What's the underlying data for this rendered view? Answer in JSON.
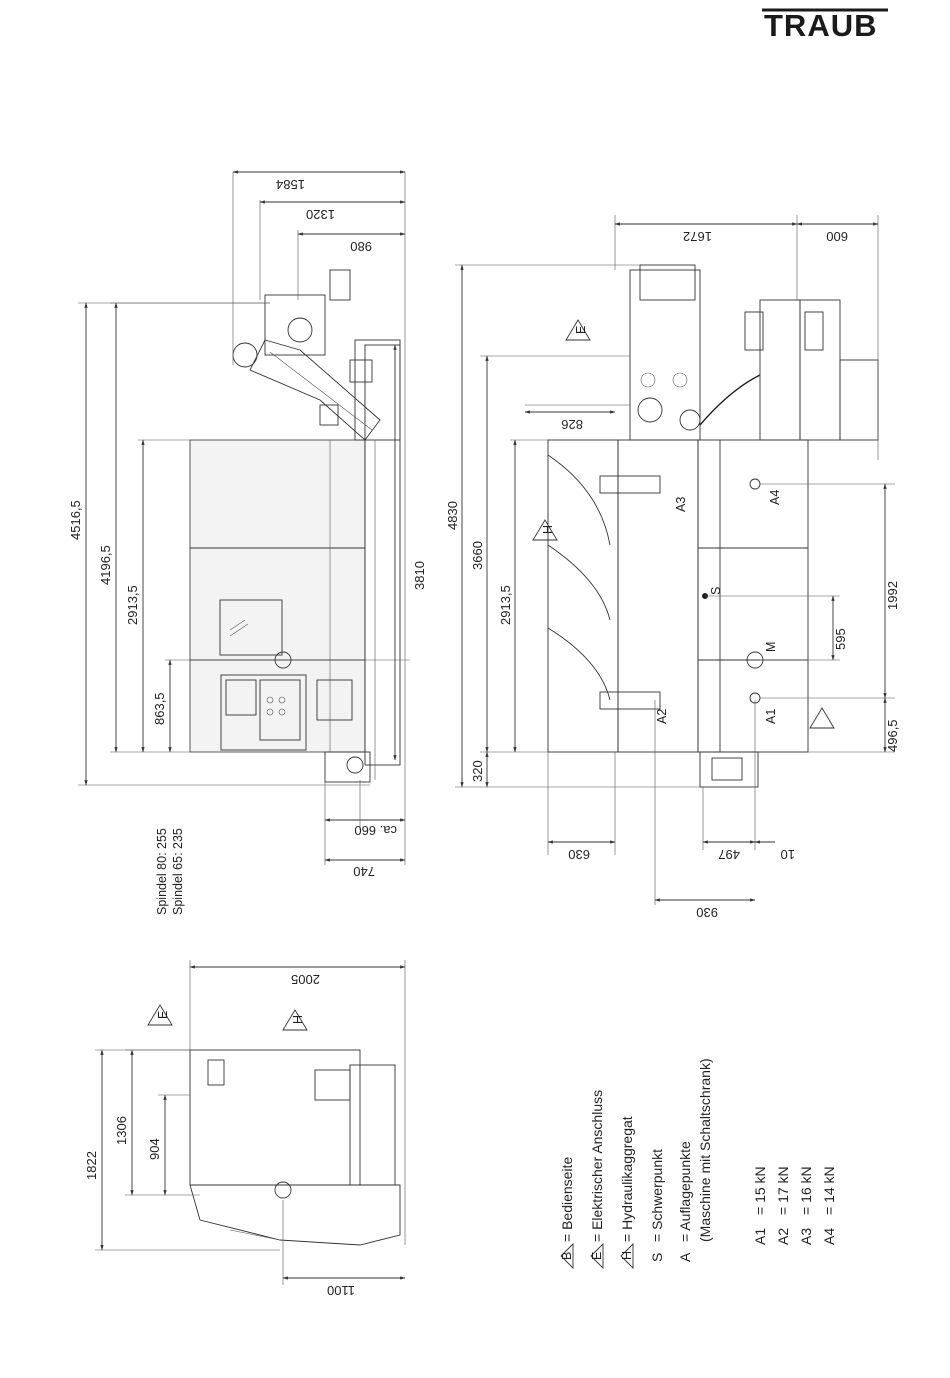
{
  "brand": {
    "logo_text": "TRAUB",
    "ink_color": "#222222"
  },
  "top_view": {
    "dims": {
      "d1584": "1584",
      "d1320": "1320",
      "d980": "980",
      "d4516": "4516,5",
      "d4196": "4196,5",
      "d2913": "2913,5",
      "d863": "863,5",
      "d3810": "3810",
      "d660": "ca. 660",
      "d740": "740"
    },
    "spindle_80": "Spindel 80:  255",
    "spindle_65": "Spindel 65:  235"
  },
  "front_view": {
    "dims": {
      "d1672": "1672",
      "d600": "600",
      "d826": "826",
      "d4830": "4830",
      "d3660": "3660",
      "d2913": "2913,5",
      "d320": "320",
      "d595": "595",
      "d1992": "1992",
      "d496": "496,5",
      "d630": "630",
      "d497": "497",
      "d10": "10",
      "d930": "930"
    },
    "labels": {
      "a1": "A1",
      "a2": "A2",
      "a3": "A3",
      "a4": "A4",
      "s": "S",
      "m": "M",
      "sym_e": "E",
      "sym_h": "H"
    }
  },
  "side_view": {
    "dims": {
      "d2005": "2005",
      "d1822": "1822",
      "d1306": "1306",
      "d904": "904",
      "d1100": "1100"
    },
    "labels": {
      "sym_e": "E",
      "sym_h": "H"
    }
  },
  "legend": {
    "items": [
      {
        "key": "",
        "text": "=  Bedienseite"
      },
      {
        "key": "",
        "text": "=  Elektrischer Anschluss"
      },
      {
        "key": "",
        "text": "=  Hydraulikaggregat"
      },
      {
        "key": "S",
        "text": "=  Schwerpunkt"
      },
      {
        "key": "A",
        "text": "=  Auflagepunkte"
      }
    ],
    "sub_note": "(Maschine mit Schaltschrank)",
    "sym_b": "B",
    "sym_e": "E",
    "sym_h": "H",
    "loads": [
      {
        "point": "A1",
        "value": "=   15   kN"
      },
      {
        "point": "A2",
        "value": "=   17   kN"
      },
      {
        "point": "A3",
        "value": "=   16   kN"
      },
      {
        "point": "A4",
        "value": "=   14   kN"
      }
    ]
  }
}
